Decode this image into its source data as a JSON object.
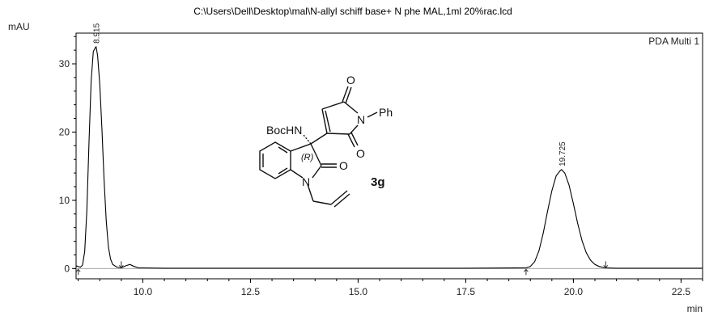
{
  "chart_data": {
    "type": "line",
    "title": "C:\\Users\\Dell\\Desktop\\mal\\N-allyl schiff base+ N phe MAL,1ml 20%rac.lcd",
    "ylabel": "mAU",
    "xlabel": "min",
    "legend": "PDA Multi 1",
    "xlim": [
      8.45,
      23.0
    ],
    "ylim": [
      -1.5,
      34.5
    ],
    "x_ticks": [
      10.0,
      12.5,
      15.0,
      17.5,
      20.0,
      22.5
    ],
    "x_tick_labels": [
      "10.0",
      "12.5",
      "15.0",
      "17.5",
      "20.0",
      "22.5"
    ],
    "y_ticks": [
      0,
      10,
      20,
      30
    ],
    "y_tick_labels": [
      "0",
      "10",
      "20",
      "30"
    ],
    "peaks": [
      {
        "label": "8.915",
        "rt": 8.915,
        "height": 32.5
      },
      {
        "label": "19.725",
        "rt": 19.725,
        "height": 14.5
      }
    ],
    "integration_markers": [
      {
        "x": 8.5,
        "dir": "up"
      },
      {
        "x": 9.5,
        "dir": "down"
      },
      {
        "x": 18.9,
        "dir": "up"
      },
      {
        "x": 20.75,
        "dir": "down"
      }
    ],
    "series": [
      {
        "x": [
          8.45,
          8.55,
          8.6,
          8.65,
          8.7,
          8.75,
          8.8,
          8.85,
          8.9,
          8.915,
          8.95,
          9.0,
          9.05,
          9.1,
          9.15,
          9.2,
          9.25,
          9.3,
          9.4,
          9.5,
          9.6,
          9.7,
          9.8,
          9.9,
          10.0,
          10.5,
          12.5,
          15.0,
          17.5,
          18.9,
          19.0,
          19.1,
          19.2,
          19.3,
          19.4,
          19.5,
          19.6,
          19.7,
          19.725,
          19.8,
          19.9,
          20.0,
          20.1,
          20.2,
          20.3,
          20.4,
          20.5,
          20.6,
          20.75,
          21.0,
          22.5,
          23.0
        ],
        "y": [
          0.4,
          0.2,
          0.5,
          2.5,
          8.5,
          18.5,
          27.5,
          31.8,
          32.4,
          32.5,
          31.2,
          27.0,
          20.5,
          13.0,
          7.0,
          3.2,
          1.4,
          0.6,
          0.2,
          0.1,
          0.4,
          0.6,
          0.3,
          0.1,
          0.1,
          0.05,
          0.05,
          0.05,
          0.05,
          0.1,
          0.3,
          1.0,
          2.6,
          5.2,
          8.4,
          11.4,
          13.6,
          14.4,
          14.5,
          14.0,
          12.2,
          9.5,
          6.6,
          4.1,
          2.3,
          1.2,
          0.6,
          0.3,
          0.1,
          0.05,
          0.05,
          0.05
        ]
      }
    ]
  },
  "molecule": {
    "label": "3g",
    "groups": {
      "boc": "BocHN",
      "stereo": "(R)",
      "n_imide": "N",
      "ph": "Ph",
      "o_top": "O",
      "o_imide_bottom": "O",
      "o_lactam": "O",
      "n_lactam": "N"
    }
  }
}
